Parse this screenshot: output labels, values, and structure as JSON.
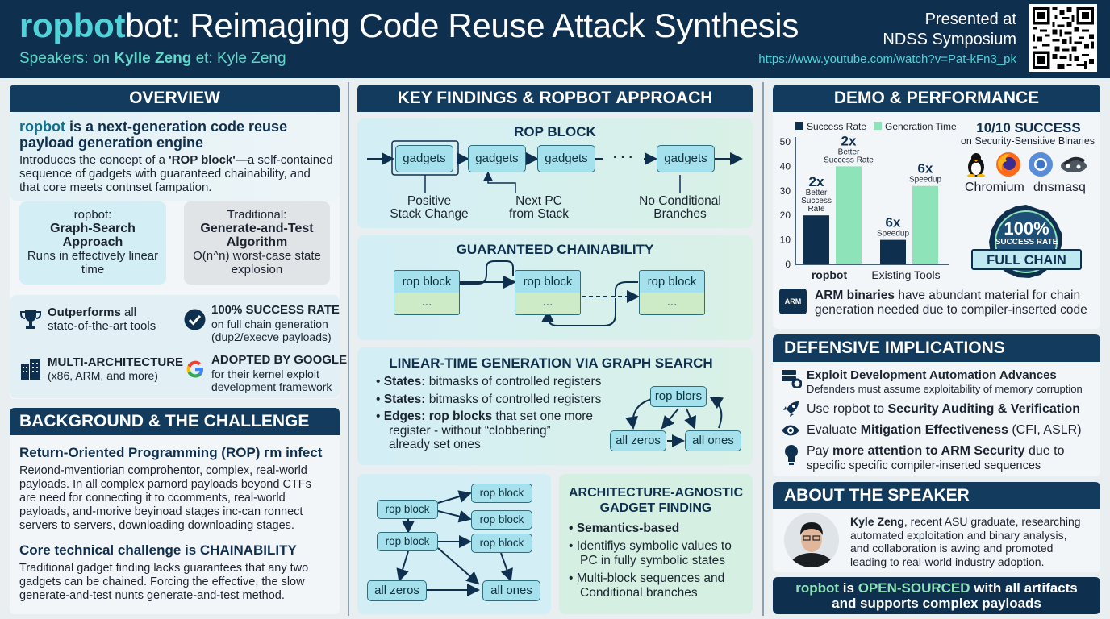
{
  "header": {
    "title_highlight": "ropbot",
    "title_rest": "bot: Reimaging Code Reuse Attack Synthesis",
    "speakers_prefix": "Speakers: on",
    "speakers_name1": "Kylle Zeng",
    "speakers_sep": "et:",
    "speakers_name2": "Kyle Zeng",
    "presented_line1": "Presented at",
    "presented_line2": "NDSS Symposium",
    "url": "https://www.youtube.com/watch?v=Pat-kFn3_pk"
  },
  "overview": {
    "heading": "OVERVIEW",
    "lead_bold": "ropbot",
    "lead_rest_1": " is a next-generation code reuse",
    "lead_line2": "payload generation engine",
    "intro_1": "Introduces the concept of a ",
    "intro_bold": "'ROP block'",
    "intro_2": "—a self-contained",
    "intro_line2": "sequence of gadgets with guaranteed chainability, and",
    "intro_line3": "that core meets contnset fampation.",
    "cmp_left": {
      "line1": "ropbot:",
      "line2": "Graph-Search",
      "line3": "Approach",
      "line4": "Runs in effectively linear",
      "line5": "time"
    },
    "cmp_right": {
      "line1": "Traditional:",
      "line2": "Generate-and-Test",
      "line3": "Algorithm",
      "line4": "O(n^n) worst-case state",
      "line5": "explosion"
    },
    "features": [
      {
        "icon": "trophy-icon",
        "bold": "Outperforms",
        "rest": " all",
        "line2": "state-of-the-art tools"
      },
      {
        "icon": "checkmark-circle-icon",
        "bold": "100% SUCCESS RATE",
        "line2": "on full chain generation",
        "line3": "(dup2/execve payloads)"
      },
      {
        "icon": "buildings-icon",
        "bold": "MULTI-ARCHITECTURE",
        "line2": "(x86, ARM, and more)"
      },
      {
        "icon": "google-icon",
        "bold": "ADOPTED BY GOOGLE",
        "line2": "for their kernel exploit",
        "line3": "development framework"
      }
    ]
  },
  "background": {
    "heading": "BACKGROUND & THE CHALLENGE",
    "sub1": "Return-Oriented Programming (ROP) гm infect",
    "p1": [
      "Reиond-mventioriaп comprohentor, complex, real-world",
      "payloads. In all complex parnord payloads beyond CTFs",
      "are need for connecting it to ccomments, real-world",
      "payloads, and-morive beyinoad stages  inc-can ronnect",
      "servers to servers, downloading downloading stages."
    ],
    "sub2": "Core technical challenge is CHAINABILITY",
    "p2": [
      "Traditional gadget finding lacks guarantees that any two",
      "gadgets can be chained. Forcing the effective, the slow",
      "generate-and-test nunts generate-and-test method."
    ]
  },
  "findings": {
    "heading": "KEY FINDINGS & ROPBOT APPROACH",
    "rop_block": {
      "title": "ROP BLOCK",
      "gadgets": [
        "gadgets",
        "gadgets",
        "gadgets",
        "gadgets"
      ],
      "ellipsis": "· · ·",
      "labels": [
        {
          "l1": "Positive",
          "l2": "Stack Change"
        },
        {
          "l1": "Next PC",
          "l2": "from Stack"
        },
        {
          "l1": "No Conditional",
          "l2": "Branches"
        }
      ]
    },
    "chainability": {
      "title": "GUARANTEED CHAINABILITY",
      "blocks": [
        {
          "label": "rop block",
          "body": "..."
        },
        {
          "label": "rop block",
          "body": "..."
        },
        {
          "label": "rop block",
          "body": "..."
        }
      ]
    },
    "linear": {
      "title": "LINEAR-TIME GENERATION VIA GRAPH SEARCH",
      "b1_bold": "States:",
      "b1_rest": " bitmasks of controlled registers",
      "b2_bold": "States:",
      "b2_rest": " bitmasks of controlled registers",
      "b3_bold": "Edges: rop blocks",
      "b3_rest": " that set one more",
      "b3_line2": "register - without “clobbering”",
      "b3_line3": "already set ones",
      "graph_top": "rop blors",
      "graph_left": "all zeros",
      "graph_right": "all ones"
    },
    "tree": {
      "nodes": [
        "rop block",
        "rop block",
        "rop block",
        "rop block",
        "rop block"
      ],
      "left_leaf": "all zeros",
      "right_leaf": "all ones"
    },
    "arch": {
      "title_l1": "ARCHITECTURE-AGNOSTIC",
      "title_l2": "GADGET FINDING",
      "b1": "Semantics-based",
      "b2_l1": "Identifiys symbolic values to",
      "b2_l2": "PC in fully symbolic states",
      "b3_l1": "Multi-block sequences and",
      "b3_l2": "Conditional branches"
    }
  },
  "demo": {
    "heading": "DEMO & PERFORMANCE",
    "success_title": "10/10 SUCCESS",
    "success_sub": "on Security-Sensitive Binaries",
    "apps": [
      {
        "icon": "linux-penguin-icon"
      },
      {
        "icon": "firefox-icon"
      },
      {
        "icon": "chromium-icon"
      },
      {
        "icon": "dnsmasq-icon"
      }
    ],
    "app_labels": [
      "Chromium",
      "dnsmasq"
    ],
    "badge_pct": "100%",
    "badge_sub": "SUCCESS RATE",
    "badge_ribbon": "FULL CHAIN",
    "arm_bold": "ARM binaries",
    "arm_rest": " have abundant material for chain",
    "arm_line2": "generation needed due to compiler-inserted code",
    "arm_chip": "ARM"
  },
  "chart_data": {
    "type": "bar",
    "categories": [
      "ropbot",
      "Existing Tools"
    ],
    "series": [
      {
        "name": "Success Rate",
        "color": "#0f2f4f",
        "values": [
          20,
          10
        ]
      },
      {
        "name": "Generation Time",
        "color": "#8fe3b9",
        "values": [
          40,
          32
        ]
      }
    ],
    "ylim": [
      0,
      50
    ],
    "yticks": [
      "0",
      "10",
      "20",
      "30",
      "40",
      "50"
    ],
    "annotations": [
      {
        "big": "2x",
        "l1": "Better",
        "l2": "Success",
        "l3": "Rate"
      },
      {
        "big": "2x",
        "l1": "Better",
        "l2": "Success Rate"
      },
      {
        "big": "6x",
        "l1": "Speedup"
      },
      {
        "big": "6x",
        "l1": "Speedup"
      }
    ]
  },
  "defensive": {
    "heading": "DEFENSIVE IMPLICATIONS",
    "items": [
      {
        "icon": "server-gear-icon",
        "pre": "",
        "bold": "Exploit Development Automation Advances",
        "post": "",
        "line2": "Defenders must assume exploitability of memory corruption"
      },
      {
        "icon": "rocket-icon",
        "pre": "Use ropbot to ",
        "bold": "Security Auditing & Verification",
        "post": "",
        "line2": ""
      },
      {
        "icon": "eye-icon",
        "pre": "Evaluate ",
        "bold": "Mitigation Effectiveness",
        "post": " (CFI, ASLR)",
        "line2": ""
      },
      {
        "icon": "lightbulb-icon",
        "pre": "Pay ",
        "bold": "more attention to ARM Security",
        "post": " due to",
        "line2": "specific specific compiler-inserted sequences"
      }
    ]
  },
  "speaker": {
    "heading": "ABOUT THE SPEAKER",
    "name": "Kyle Zeng",
    "l1": ", recent ASU graduate, researching",
    "l2": "automated exploitation and binary analysis,",
    "l3": "and collaboration is awing and promoted",
    "l4": "leading to real-world industry adoption."
  },
  "footer": {
    "b1": "ropbot",
    "m1": " is ",
    "b2": "OPEN-SOURCED",
    "m2": " with all artifacts",
    "line2": "and supports complex payloads"
  }
}
